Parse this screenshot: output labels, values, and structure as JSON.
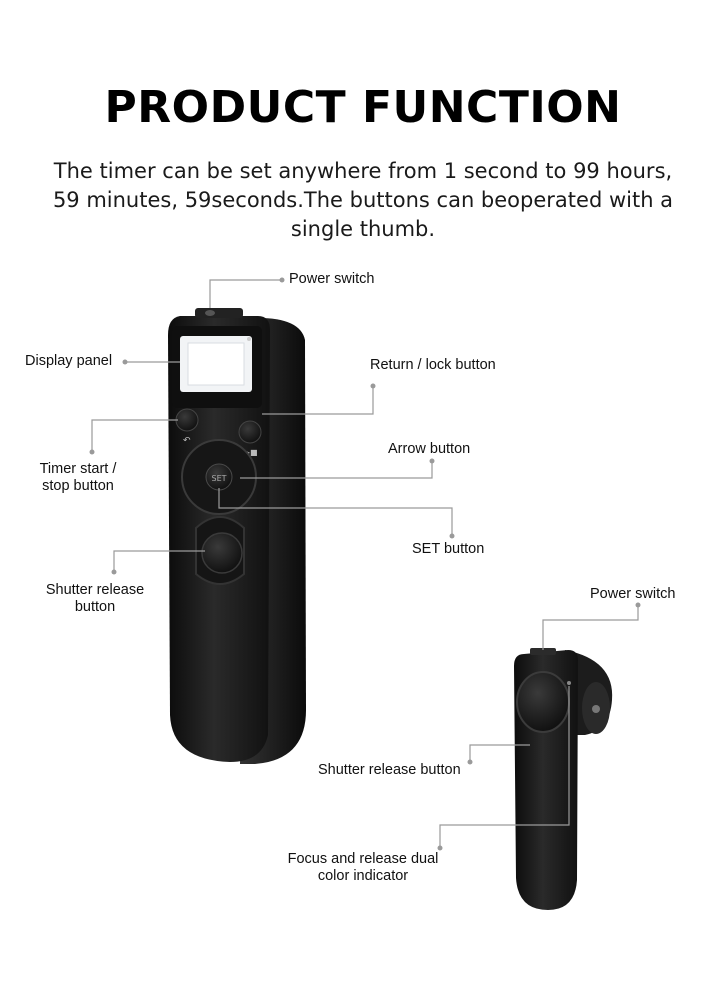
{
  "header": {
    "title": "PRODUCT FUNCTION",
    "description_lines": [
      "The timer can be set anywhere from 1 second to 99 hours,",
      "59 minutes, 59seconds.The buttons can beoperated with a",
      "single thumb."
    ]
  },
  "labels": {
    "power_switch_main": "Power switch",
    "display_panel": "Display panel",
    "return_lock": "Return / lock button",
    "arrow_button": "Arrow button",
    "timer_start_1": "Timer start /",
    "timer_start_2": "stop button",
    "set_button": "SET button",
    "shutter_release_1": "Shutter release",
    "shutter_release_2": "button",
    "power_switch_side": "Power switch",
    "shutter_release_side": "Shutter release button",
    "focus_indicator_1": "Focus and release dual",
    "focus_indicator_2": "color indicator"
  },
  "device": {
    "set_key_text": "SET"
  },
  "colors": {
    "device_body": "#1b1b1b",
    "leader_line": "#9a9a9a",
    "lcd": "#f2f4f6"
  }
}
